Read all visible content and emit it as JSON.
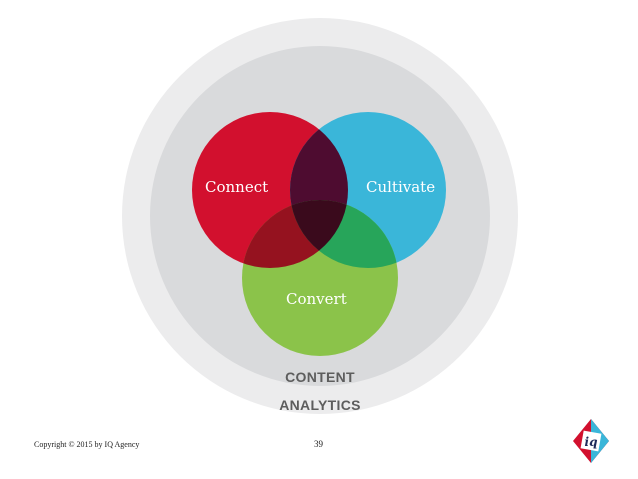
{
  "diagram": {
    "circles": {
      "connect": {
        "label": "Connect",
        "color": "#d2102e"
      },
      "cultivate": {
        "label": "Cultivate",
        "color": "#3ab6d9"
      },
      "convert": {
        "label": "Convert",
        "color": "#8bc34a"
      }
    },
    "overlap_colors": {
      "connect_cultivate": "#4e0c30",
      "connect_convert": "#95121f",
      "cultivate_convert": "#27a55a",
      "center": "#3a0a1c"
    },
    "rings": {
      "inner": {
        "label": "CONTENT",
        "color": "#d9dadc"
      },
      "outer": {
        "label": "ANALYTICS",
        "color": "#ececed"
      }
    }
  },
  "footer": {
    "copyright": "Copyright © 2015 by IQ Agency",
    "page_number": "39"
  },
  "logo": {
    "text": "iq",
    "colors": [
      "#d2102e",
      "#3ab6d9"
    ]
  }
}
